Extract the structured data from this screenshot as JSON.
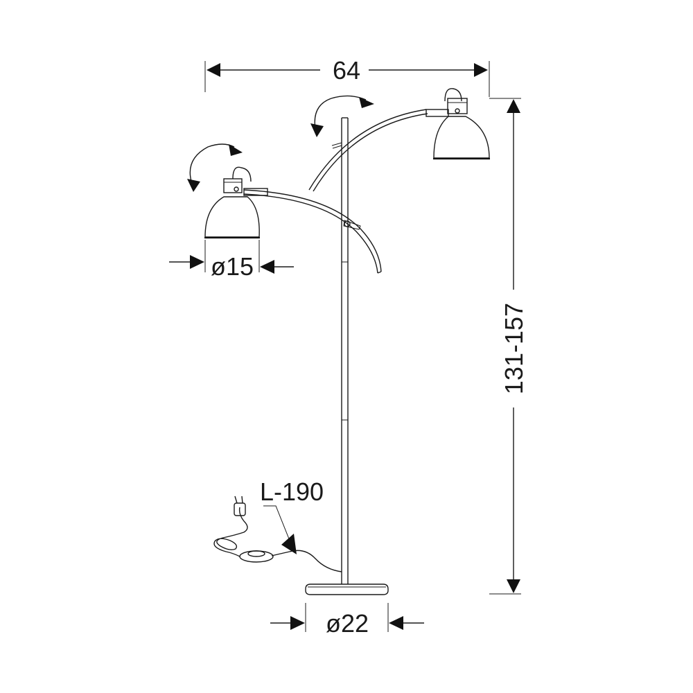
{
  "diagram": {
    "width_label": "64",
    "height_label": "131-157",
    "shade_diameter_label": "ø15",
    "base_diameter_label": "ø22",
    "cable_length_label": "L-190"
  },
  "colors": {
    "line": "#1a1a1a",
    "background": "#ffffff"
  }
}
